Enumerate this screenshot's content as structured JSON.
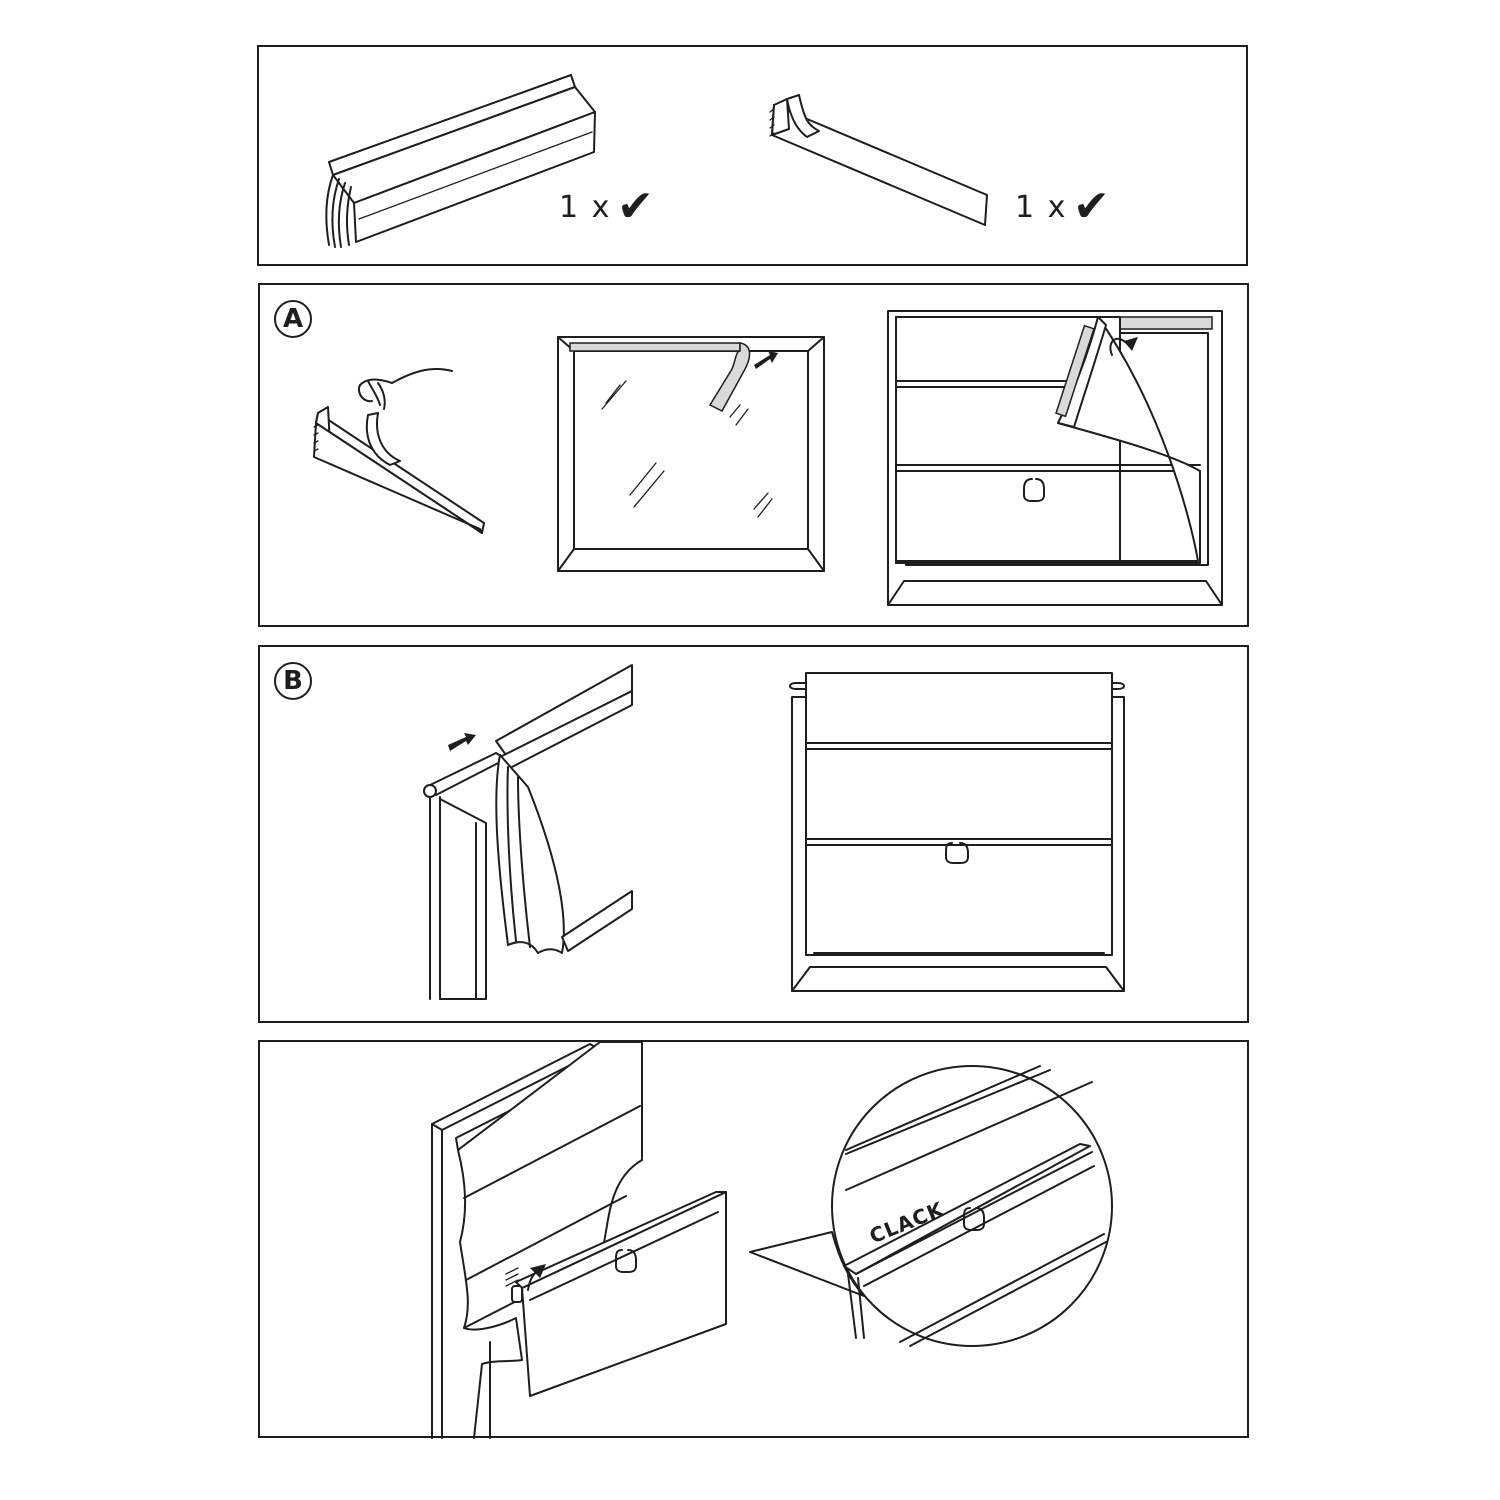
{
  "parts": {
    "blind_qty": "1 x",
    "rail_qty": "1 x",
    "check_glyph": "✔"
  },
  "steps": {
    "a_label": "A",
    "b_label": "B"
  },
  "detail": {
    "sound_text": "CLACK"
  }
}
